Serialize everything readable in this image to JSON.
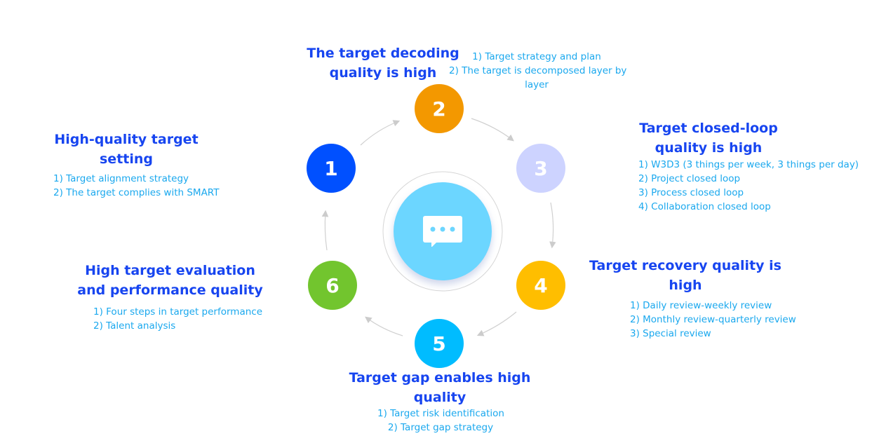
{
  "center": {
    "icon": "chat-bubble-icon",
    "color": "#6cd6ff"
  },
  "steps": [
    {
      "num": "1",
      "color": "#0050ff",
      "title_lines": [
        "High-quality target",
        "setting"
      ],
      "items": [
        "1) Target alignment strategy",
        "2) The target complies with SMART"
      ]
    },
    {
      "num": "2",
      "color": "#f39800",
      "title_lines": [
        "The target decoding",
        "quality is high"
      ],
      "items": [
        "1) Target strategy and plan",
        "2) The target is decomposed layer by",
        "layer"
      ]
    },
    {
      "num": "3",
      "color": "#cdd3ff",
      "title_lines": [
        "Target closed-loop",
        "quality is high"
      ],
      "items": [
        "1) W3D3 (3 things per week, 3 things per day)",
        "2) Project closed loop",
        "3) Process closed loop",
        "4) Collaboration closed loop"
      ]
    },
    {
      "num": "4",
      "color": "#ffbe00",
      "title_lines": [
        "Target recovery quality is",
        "high"
      ],
      "items": [
        "1) Daily review-weekly review",
        "2) Monthly review-quarterly review",
        "3) Special review"
      ]
    },
    {
      "num": "5",
      "color": "#00bcff",
      "title_lines": [
        "Target gap enables high",
        "quality"
      ],
      "items": [
        "1) Target risk identification",
        "2) Target gap strategy"
      ]
    },
    {
      "num": "6",
      "color": "#72c52e",
      "title_lines": [
        "High target evaluation",
        "and performance quality"
      ],
      "items": [
        "1) Four steps in target performance",
        "2) Talent analysis"
      ]
    }
  ]
}
